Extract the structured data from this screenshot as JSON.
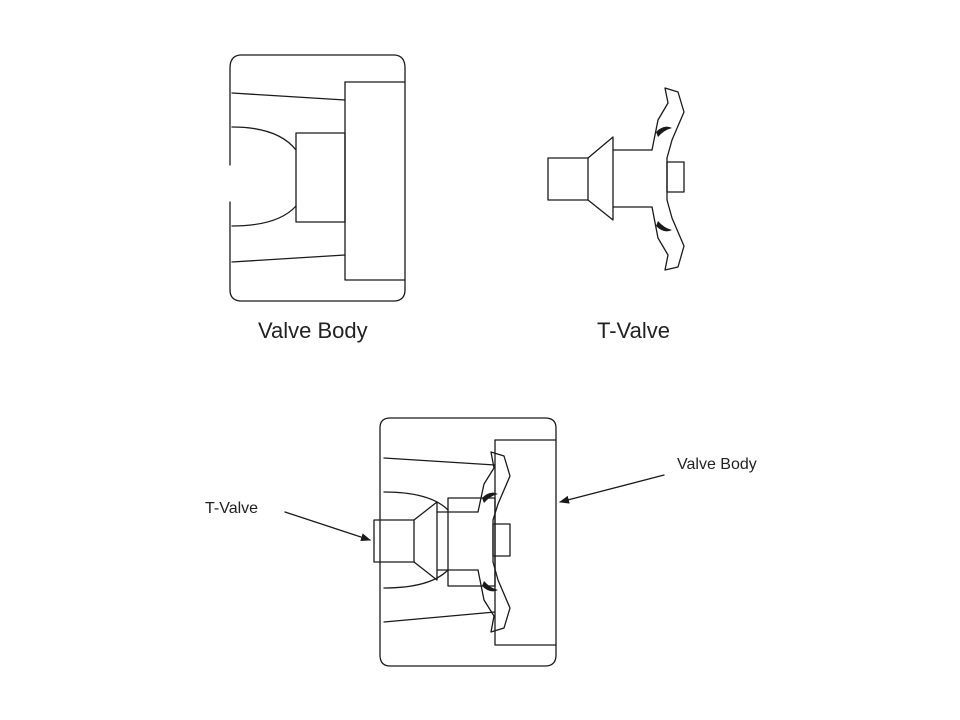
{
  "labels": {
    "valve_body_caption": "Valve Body",
    "t_valve_caption": "T-Valve",
    "assembly_t_valve_callout": "T-Valve",
    "assembly_valve_body_callout": "Valve Body"
  },
  "colors": {
    "line": "#1a1a1a",
    "background": "#ffffff"
  }
}
